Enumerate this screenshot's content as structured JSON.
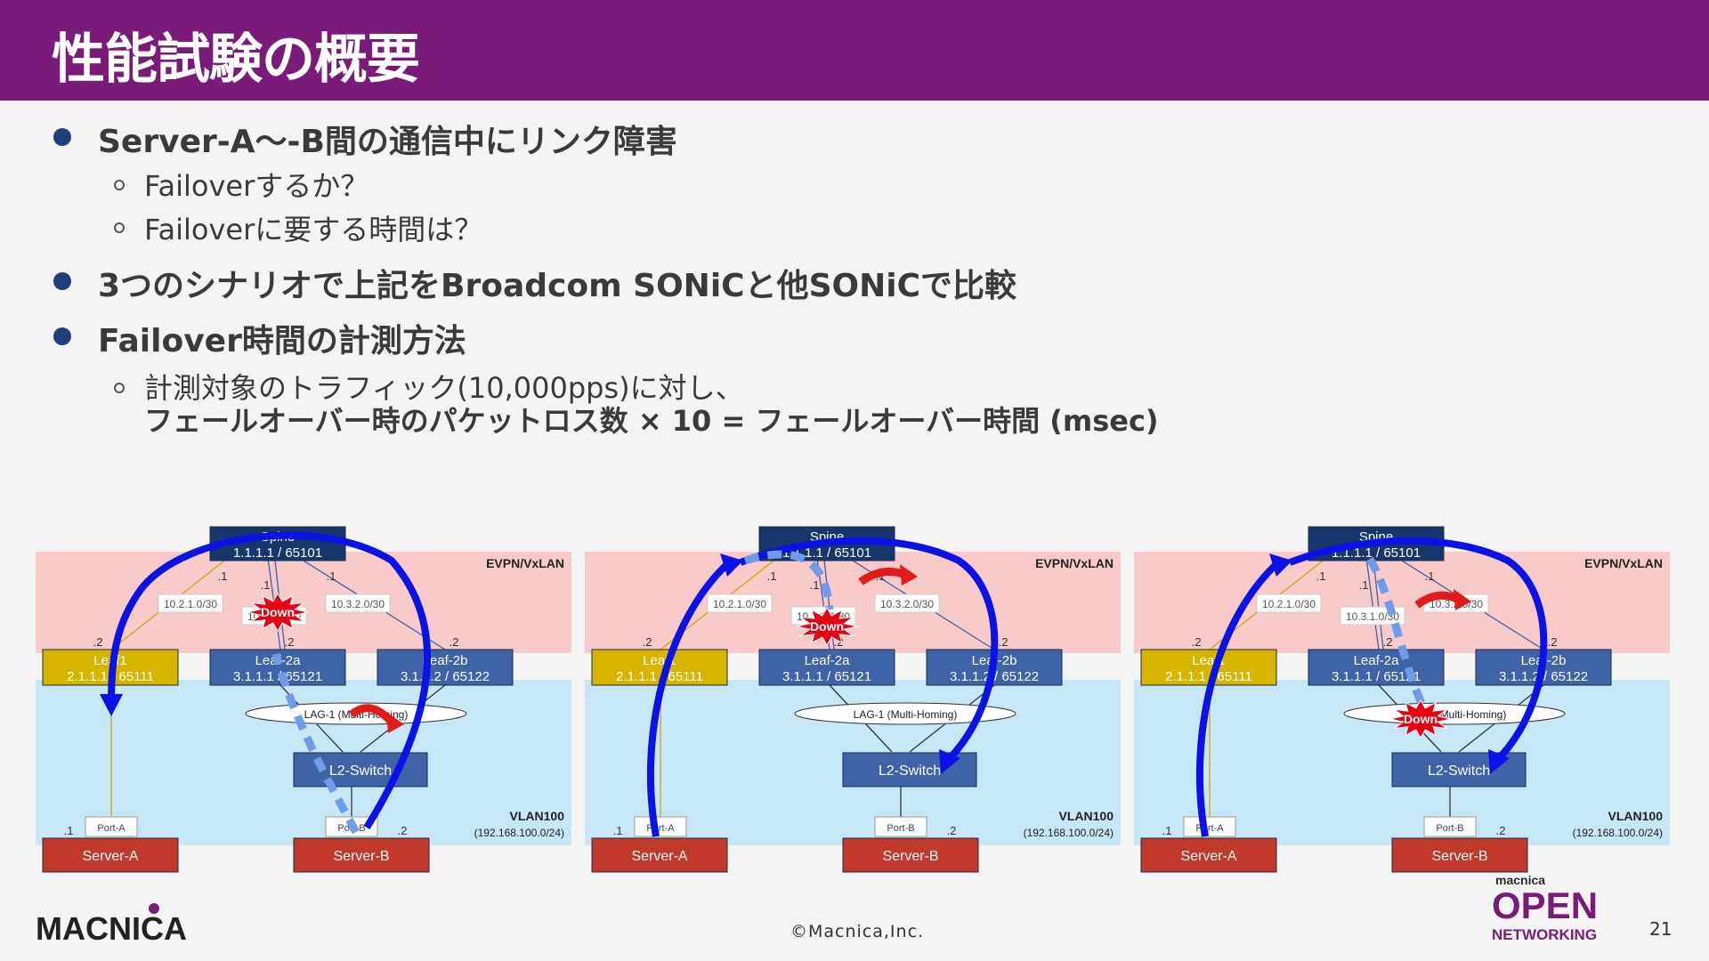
{
  "title": "性能試験の概要",
  "bullets": [
    {
      "text": "Server-A～-B間の通信中にリンク障害",
      "subs": [
        "Failoverするか？",
        "Failoverに要する時間は？"
      ]
    },
    {
      "text": "3つのシナリオで上記をBroadcom SONiCと他SONiCで比較",
      "subs": []
    },
    {
      "text": "Failover時間の計測方法",
      "subs": [
        "計測対象のトラフィック(10,000pps)に対し、",
        "フェールオーバー時のパケットロス数 × 10 = フェールオーバー時間 (msec)"
      ]
    }
  ],
  "diagram": {
    "spine_label": "Spine",
    "spine_addr": "1.1.1.1 / 65101",
    "evpn_label": "EVPN/VxLAN",
    "vlan_label": "VLAN100",
    "vlan_subnet": "(192.168.100.0/24)",
    "leaf1_name": "Leaf1",
    "leaf1_addr": "2.1.1.1 / 65111",
    "leaf2a_name": "Leaf-2a",
    "leaf2a_addr": "3.1.1.1 / 65121",
    "leaf2b_name": "Leaf-2b",
    "leaf2b_addr": "3.1.1.2 / 65122",
    "lag_label": "LAG-1 (Multi-Homing)",
    "switch_label": "L2-Switch",
    "server_a": "Server-A",
    "server_b": "Server-B",
    "port_a": "Port-A",
    "port_b": "Port-B",
    "down_label": "Down",
    "net1": "10.2.1.0/30",
    "net2": "10.3.1.0/30",
    "net3": "10.3.2.0/30",
    "dot1": ".1",
    "dot2": ".2",
    "colors": {
      "spine": "#17366b",
      "leaf1": "#d6b400",
      "leaf2": "#3e63a6",
      "server": "#c0392b",
      "evpn_bg": "#f8caca",
      "vlan_bg": "#c7e6f6",
      "arrow": "#0a12e6",
      "arrow_dash": "#6f9be8",
      "red_arrow": "#e31a1a"
    }
  },
  "scenarios": [
    {
      "down": "spine-leaf2a"
    },
    {
      "down": "spine-leaf2a-link2"
    },
    {
      "down": "lag-leaf2a"
    }
  ],
  "footer": "©Macnica,Inc.",
  "page_number": "21",
  "logo_left": "MACNICA",
  "logo_right_top": "macnica",
  "logo_right_main": "OPEN",
  "logo_right_sub": "NETWORKING"
}
